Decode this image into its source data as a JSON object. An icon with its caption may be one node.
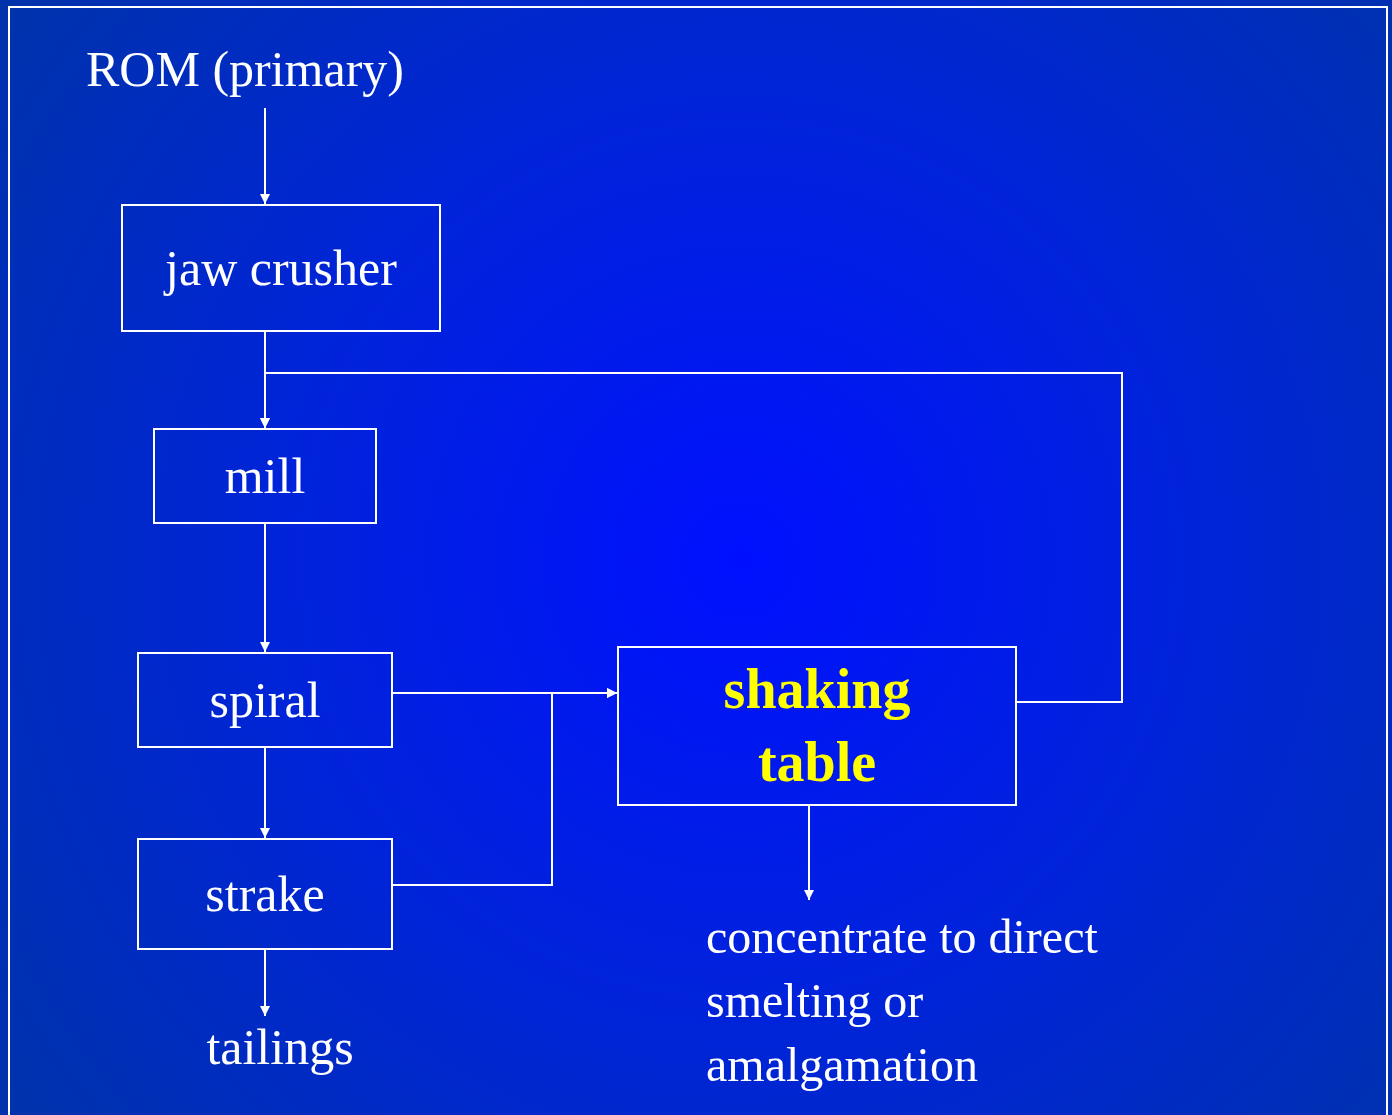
{
  "diagram": {
    "nodes": [
      {
        "text": [
          "ROM (primary)"
        ]
      },
      {
        "text": [
          "jaw crusher"
        ]
      },
      {
        "text": [
          "mill"
        ]
      },
      {
        "text": [
          "spiral"
        ]
      },
      {
        "text": [
          "strake"
        ]
      },
      {
        "text": [
          "shaking table"
        ]
      },
      {
        "text": [
          "tailings"
        ]
      },
      {
        "text": [
          "concentrate to direct smelting or amalgamation"
        ]
      }
    ],
    "edges": [
      {
        "from": 0,
        "to": 1,
        "arrow": "to"
      },
      {
        "from": 1,
        "to": 2,
        "arrow": "to"
      },
      {
        "from": 2,
        "to": 3,
        "arrow": "to"
      },
      {
        "from": 3,
        "to": 4,
        "arrow": "to"
      },
      {
        "from": 3,
        "to": 5,
        "arrow": "to"
      },
      {
        "from": 4,
        "to": 5,
        "arrow": "to"
      },
      {
        "from": 5,
        "to": 2,
        "arrow": "to"
      },
      {
        "from": 4,
        "to": 6,
        "arrow": "to"
      },
      {
        "from": 5,
        "to": 7,
        "arrow": "to"
      }
    ]
  }
}
